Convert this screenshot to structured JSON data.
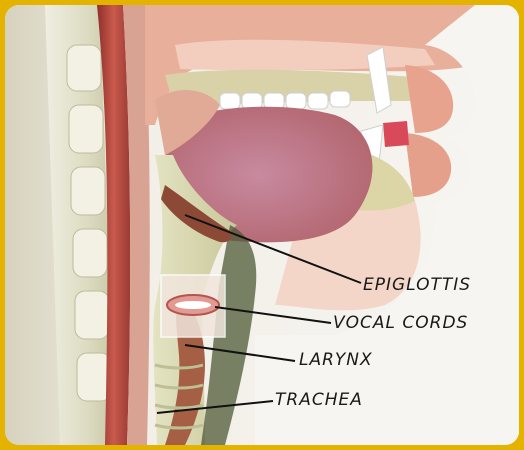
{
  "diagram": {
    "labels": {
      "epiglottis": "EPIGLOTTIS",
      "vocal_cords": "VOCAL CORDS",
      "larynx": "LARYNX",
      "trachea": "TRACHEA"
    },
    "colors": {
      "frame": "#e4b300",
      "background": "#f4f1ec",
      "skin": "#e9b7a0",
      "spine": "#d8d5b8",
      "throat_wall": "#b6403c",
      "tongue": "#c9808a",
      "airway": "#d9d8a8",
      "cartilage": "#9b5a3f",
      "leader_line": "#111111"
    }
  }
}
